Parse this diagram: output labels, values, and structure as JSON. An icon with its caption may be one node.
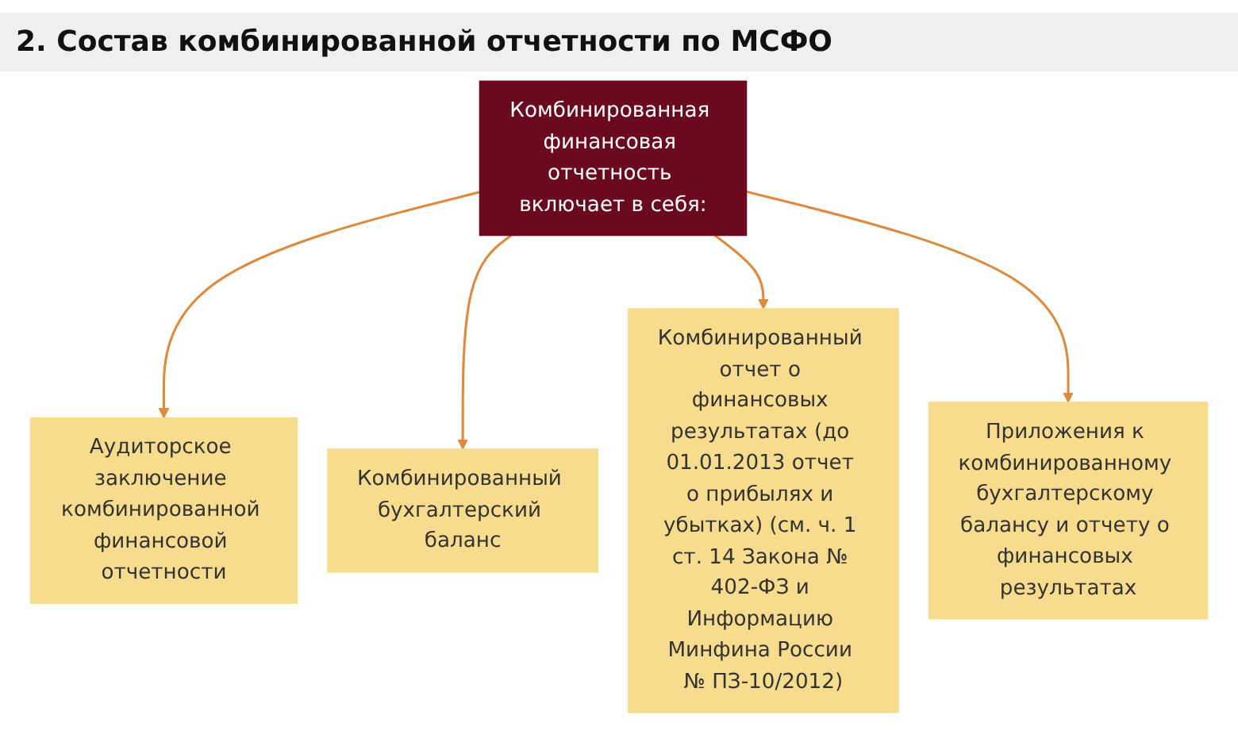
{
  "diagram": {
    "title": "2. Состав комбинированной отчетности по МСФО",
    "nodes": [
      {
        "text": [
          "Комбинированная финансовая отчетность включает в себя:"
        ]
      },
      {
        "text": [
          "Аудиторское заключение комбинированной финансовой отчетности"
        ]
      },
      {
        "text": [
          "Комбинированный бухгалтерский баланс"
        ]
      },
      {
        "text": [
          "Комбинированный отчет о финансовых результатах (до 01.01.2013 отчет о прибылях и убытках) (см. ч. 1 ст. 14 Закона № 402-ФЗ и Информацию Минфина России № ПЗ-10/2012)"
        ]
      },
      {
        "text": [
          "Приложения к комбинированному бухгалтерскому балансу и отчету о финансовых результатах"
        ]
      }
    ],
    "edges": [
      {
        "from": 0,
        "to": 1,
        "arrow": "to"
      },
      {
        "from": 0,
        "to": 2,
        "arrow": "to"
      },
      {
        "from": 0,
        "to": 3,
        "arrow": "to"
      },
      {
        "from": 0,
        "to": 4,
        "arrow": "to"
      }
    ]
  }
}
